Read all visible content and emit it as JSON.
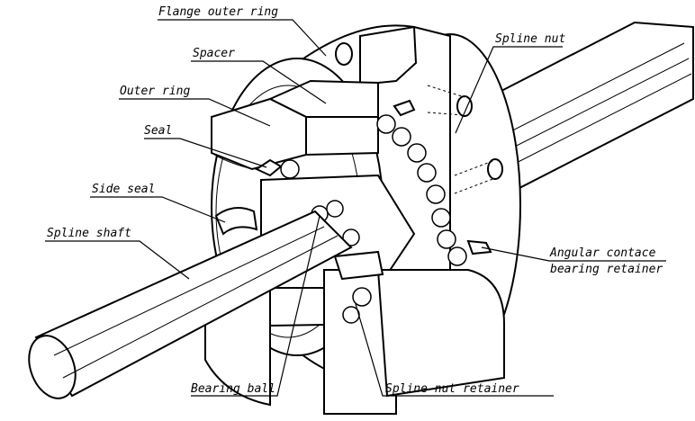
{
  "labels": {
    "flange_outer_ring": "Flange outer ring",
    "spacer": "Spacer",
    "outer_ring": "Outer ring",
    "seal": "Seal",
    "side_seal": "Side seal",
    "spline_shaft": "Spline shaft",
    "spline_nut": "Spline nut",
    "angular_contact_line1": "Angular contace",
    "angular_contact_line2": "bearing retainer",
    "bearing_ball": "Bearing ball",
    "spline_nut_retainer": "Spline nut retainer"
  }
}
